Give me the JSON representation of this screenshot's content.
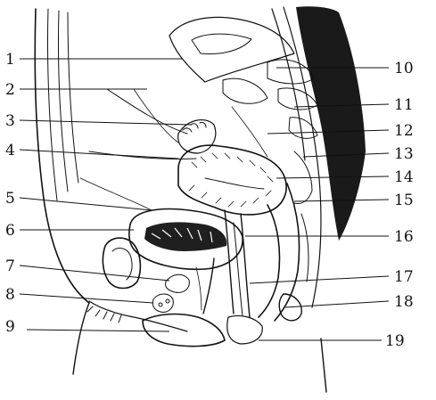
{
  "figure": {
    "labels_left": [
      "1",
      "2",
      "3",
      "4",
      "5",
      "6",
      "7",
      "8",
      "9"
    ],
    "labels_right": [
      "10",
      "11",
      "12",
      "13",
      "14",
      "15",
      "16",
      "17",
      "18",
      "19"
    ]
  }
}
